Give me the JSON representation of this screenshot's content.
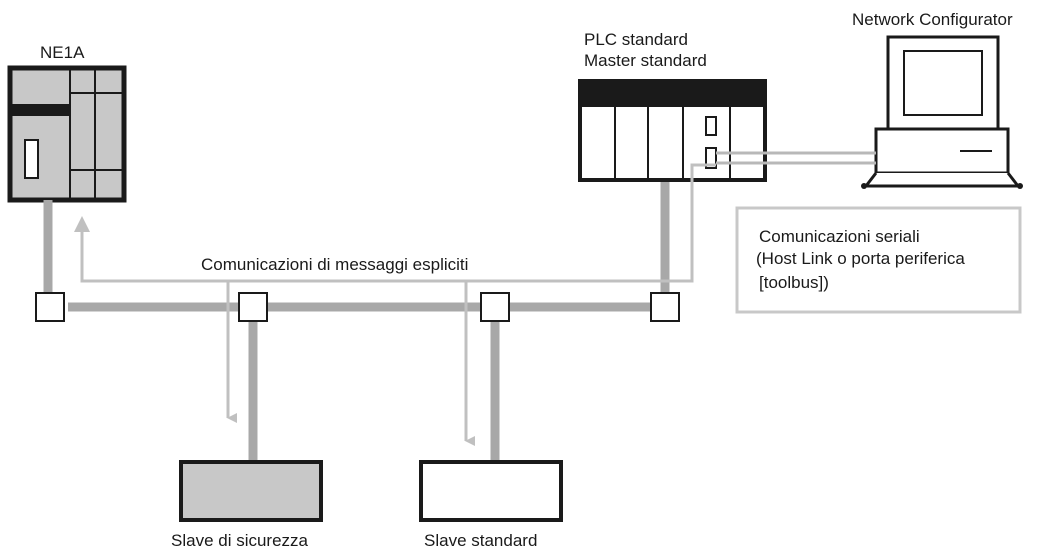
{
  "labels": {
    "ne1a": "NE1A",
    "plc_line1": "PLC standard",
    "plc_line2": "Master standard",
    "configurator": "Network Configurator",
    "explicit_messages": "Comunicazioni di messaggi espliciti",
    "serial_line1": "Comunicazioni seriali",
    "serial_line2": "(Host Link o porta periferica",
    "serial_line3": "[toolbus])",
    "safety_slave": "Slave di sicurezza",
    "standard_slave": "Slave standard"
  },
  "colors": {
    "outline": "#1a1a1a",
    "network_line": "#a8a8a8",
    "message_arrow": "#c0c0c0",
    "device_fill": "#c8c8c8",
    "plc_band": "#1a1a1a",
    "serial_box_border": "#c8c8c8"
  }
}
